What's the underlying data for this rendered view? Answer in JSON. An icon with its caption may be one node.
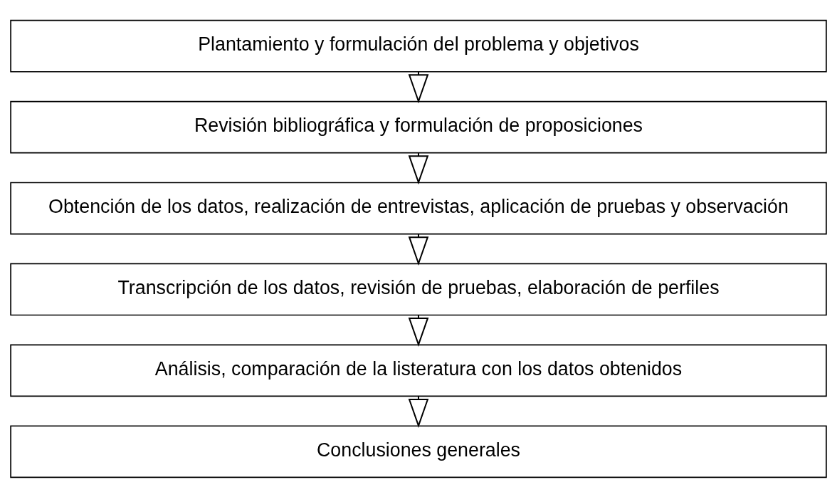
{
  "diagram": {
    "nodes": [
      {
        "text": [
          "Plantamiento y formulación del problema y objetivos"
        ]
      },
      {
        "text": [
          "Revisión bibliográfica y formulación de proposiciones"
        ]
      },
      {
        "text": [
          "Obtención de los datos, realización de entrevistas, aplicación de pruebas y observación"
        ]
      },
      {
        "text": [
          "Transcripción de los datos, revisión de pruebas, elaboración de perfiles"
        ]
      },
      {
        "text": [
          "Análisis, comparación de la listeratura con los datos obtenidos"
        ]
      },
      {
        "text": [
          "Conclusiones generales"
        ]
      }
    ],
    "edges": [
      {
        "from": 0,
        "to": 1,
        "arrow": "to"
      },
      {
        "from": 1,
        "to": 2,
        "arrow": "to"
      },
      {
        "from": 2,
        "to": 3,
        "arrow": "to"
      },
      {
        "from": 3,
        "to": 4,
        "arrow": "to"
      },
      {
        "from": 4,
        "to": 5,
        "arrow": "to"
      }
    ]
  }
}
